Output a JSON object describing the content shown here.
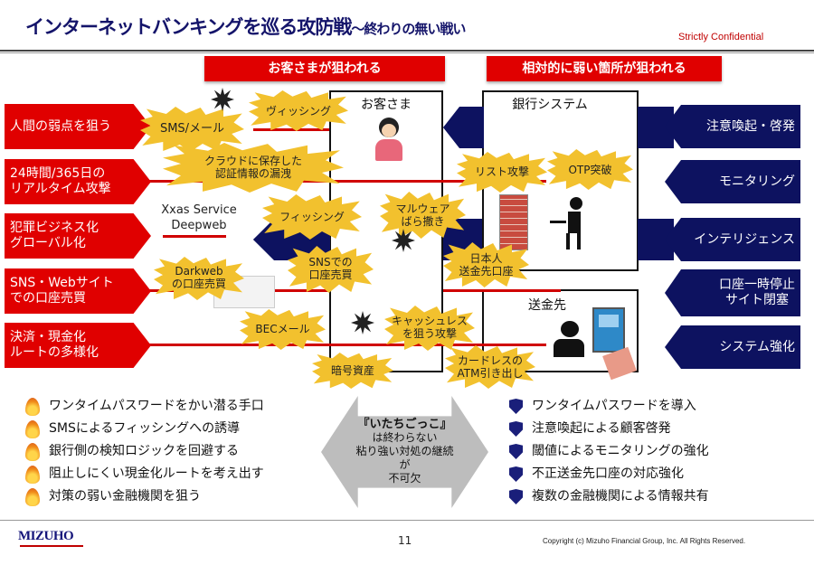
{
  "title": {
    "main": "インターネットバンキングを巡る攻防戦",
    "sub": "～終わりの無い戦い"
  },
  "confidential": "Strictly Confidential",
  "banners": [
    "お客さまが狙われる",
    "相対的に弱い箇所が狙われる"
  ],
  "left_boxes": [
    {
      "l1": "人間の弱点を狙う"
    },
    {
      "l1": "24時間/365日の",
      "l2": "リアルタイム攻撃"
    },
    {
      "l1": "犯罪ビジネス化",
      "l2": "グローバル化"
    },
    {
      "l1": "SNS・Webサイト",
      "l2": "での口座売買"
    },
    {
      "l1": "決済・現金化",
      "l2": "ルートの多様化"
    }
  ],
  "right_boxes": [
    {
      "l1": "注意喚起・啓発"
    },
    {
      "l1": "モニタリング"
    },
    {
      "l1": "インテリジェンス"
    },
    {
      "l1": "口座一時停止",
      "l2": "サイト閉塞"
    },
    {
      "l1": "システム強化"
    }
  ],
  "boxes": {
    "customer": "お客さま",
    "bank": "銀行システム",
    "payee": "送金先"
  },
  "attacks": {
    "sms": "SMS/メール",
    "vishing": "ヴィッシング",
    "cloud1": "クラウドに保存した",
    "cloud2": "認証情報の漏洩",
    "list": "リスト攻撃",
    "otp": "OTP突破",
    "xxas1": "Xxas Service",
    "xxas2": "Deepweb",
    "phishing": "フィッシング",
    "malware1": "マルウェア",
    "malware2": "ばら撒き",
    "sns1": "SNSでの",
    "sns2": "口座売買",
    "jp1": "日本人",
    "jp2": "送金先口座",
    "dark1": "Darkweb",
    "dark2": "の口座売買",
    "bec": "BECメール",
    "cashless1": "キャッシュレス",
    "cashless2": "を狙う攻撃",
    "crypto": "暗号資産",
    "cardless1": "カードレスの",
    "cardless2": "ATM引き出し"
  },
  "attacker_list": [
    "ワンタイムパスワードをかい潜る手口",
    "SMSによるフィッシングへの誘導",
    "銀行側の検知ロジックを回避する",
    "阻止しにくい現金化ルートを考え出す",
    "対策の弱い金融機関を狙う"
  ],
  "center": {
    "l1": "『いたちごっこ』",
    "l2": "は終わらない",
    "l3": "粘り強い対処の継続が",
    "l4": "不可欠"
  },
  "defense_list": [
    "ワンタイムパスワードを導入",
    "注意喚起による顧客啓発",
    "閾値によるモニタリングの強化",
    "不正送金先口座の対応強化",
    "複数の金融機関による情報共有"
  ],
  "footer": {
    "logo": "MIZUHO",
    "page": "11",
    "copyright": "Copyright (c) Mizuho Financial Group, Inc. All Rights Reserved."
  }
}
